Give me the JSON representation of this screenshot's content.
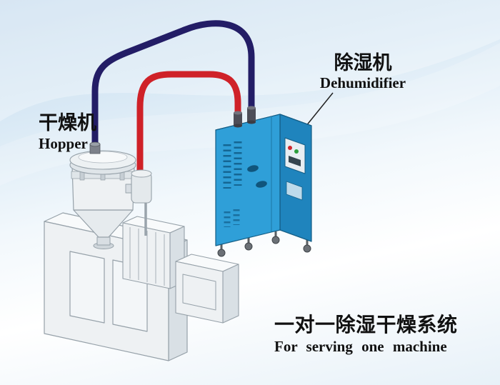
{
  "labels": {
    "hopper_cn": "干燥机",
    "hopper_en": "Hopper",
    "dehumidifier_cn": "除湿机",
    "dehumidifier_en": "Dehumidifier",
    "system_cn": "一对一除湿干燥系统",
    "system_en": "For serving one machine"
  },
  "colors": {
    "bgTop": "#c7dcee",
    "bgBottom": "#ffffff",
    "pipeRed": "#cf2128",
    "pipeNavy": "#231d66",
    "cabinetFront": "#2f9fd8",
    "cabinetSide": "#1f84bd",
    "cabinetTop": "#8ccdec",
    "cabinetLine": "#145d85",
    "machineFace": "#eef1f3",
    "machineTop": "#f8fafb",
    "machineSide": "#d9e0e5",
    "machineLine": "#96a1a9",
    "textColor": "#111111"
  }
}
